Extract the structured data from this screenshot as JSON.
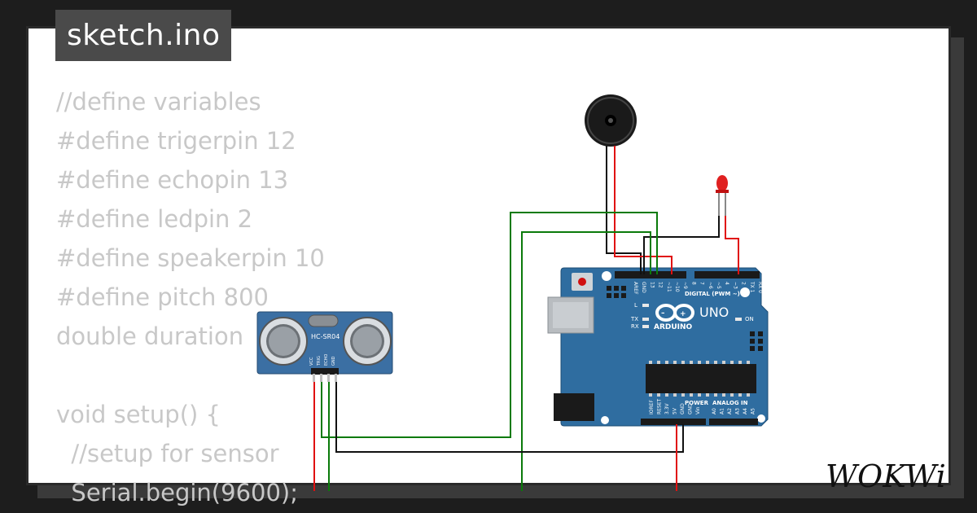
{
  "window": {
    "title": "sketch.ino"
  },
  "code_lines": [
    "//define variables",
    "#define trigerpin 12",
    "#define echopin 13",
    "#define ledpin 2",
    "#define speakerpin 10",
    "#define pitch 800",
    "double duration",
    "",
    "void setup() {",
    "  //setup for sensor",
    "  Serial.begin(9600);"
  ],
  "sensor": {
    "label": "HC-SR04",
    "pins": [
      "VCC",
      "TRIG",
      "ECHO",
      "GND"
    ]
  },
  "board": {
    "model": "UNO",
    "brand": "ARDUINO",
    "digital_header": "DIGITAL (PWM ~)",
    "power_header": "POWER",
    "analog_header": "ANALOG IN",
    "digital_pins": [
      "AREF",
      "GND",
      "13",
      "12",
      "~11",
      "~10",
      "~9",
      "8",
      "7",
      "~6",
      "~5",
      "4",
      "~3",
      "2",
      "TX 1",
      "RX 0"
    ],
    "power_pins": [
      "IOREF",
      "RESET",
      "3.3V",
      "5V",
      "GND",
      "GND",
      "Vin"
    ],
    "analog_pins": [
      "A0",
      "A1",
      "A2",
      "A3",
      "A4",
      "A5"
    ],
    "leds": [
      "L",
      "TX",
      "RX",
      "ON"
    ]
  },
  "brand_logo": "WOKWi",
  "colors": {
    "board": "#2f6da0",
    "wire_green": "#0a7a0a",
    "wire_red": "#e01010",
    "wire_black": "#111111",
    "sensor": "#3b6fa3",
    "code_text": "#c8c8c8"
  }
}
